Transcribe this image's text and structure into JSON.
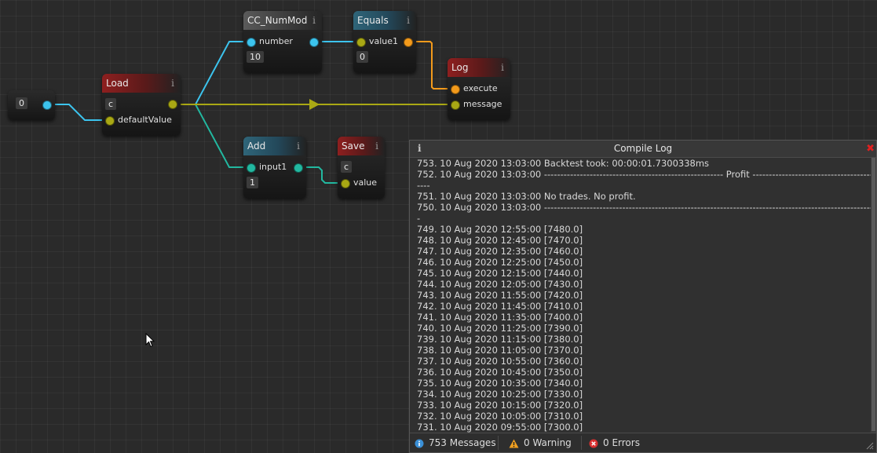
{
  "graph": {
    "const_node": {
      "value": "0"
    },
    "load_node": {
      "title": "Load",
      "input_value": "c",
      "pin_label": "defaultValue"
    },
    "numMod_node": {
      "title": "CC_NumMod",
      "pin_label": "number",
      "value": "10"
    },
    "equals_node": {
      "title": "Equals",
      "pin_label": "value1",
      "value": "0"
    },
    "log_node": {
      "title": "Log",
      "pin_execute": "execute",
      "pin_message": "message"
    },
    "add_node": {
      "title": "Add",
      "pin_label": "input1",
      "value": "1"
    },
    "save_node": {
      "title": "Save",
      "input_value": "c",
      "pin_label": "value"
    },
    "info_icon": "i"
  },
  "colors": {
    "wire_cyan": "#3cc4ee",
    "wire_olive": "#a9a814",
    "wire_orange": "#f39a1b",
    "wire_teal": "#22b8a0"
  },
  "compile_log": {
    "title": "Compile Log",
    "lines": [
      "753. 10 Aug 2020 13:03:00 Backtest took: 00:00:01.7300338ms",
      "752. 10 Aug 2020 13:03:00 ------------------------------------------------------- Profit --------------------------------------------------------",
      "----",
      "751. 10 Aug 2020 13:03:00 No trades. No profit.",
      "750. 10 Aug 2020 13:03:00 --------------------------------------------------------------------------------------------------------------------------",
      "-",
      "749. 10 Aug 2020 12:55:00 [7480.0]",
      "748. 10 Aug 2020 12:45:00 [7470.0]",
      "747. 10 Aug 2020 12:35:00 [7460.0]",
      "746. 10 Aug 2020 12:25:00 [7450.0]",
      "745. 10 Aug 2020 12:15:00 [7440.0]",
      "744. 10 Aug 2020 12:05:00 [7430.0]",
      "743. 10 Aug 2020 11:55:00 [7420.0]",
      "742. 10 Aug 2020 11:45:00 [7410.0]",
      "741. 10 Aug 2020 11:35:00 [7400.0]",
      "740. 10 Aug 2020 11:25:00 [7390.0]",
      "739. 10 Aug 2020 11:15:00 [7380.0]",
      "738. 10 Aug 2020 11:05:00 [7370.0]",
      "737. 10 Aug 2020 10:55:00 [7360.0]",
      "736. 10 Aug 2020 10:45:00 [7350.0]",
      "735. 10 Aug 2020 10:35:00 [7340.0]",
      "734. 10 Aug 2020 10:25:00 [7330.0]",
      "733. 10 Aug 2020 10:15:00 [7320.0]",
      "732. 10 Aug 2020 10:05:00 [7310.0]",
      "731. 10 Aug 2020 09:55:00 [7300.0]"
    ],
    "footer": {
      "messages": "753 Messages",
      "warnings": "0 Warning",
      "errors": "0 Errors"
    }
  }
}
